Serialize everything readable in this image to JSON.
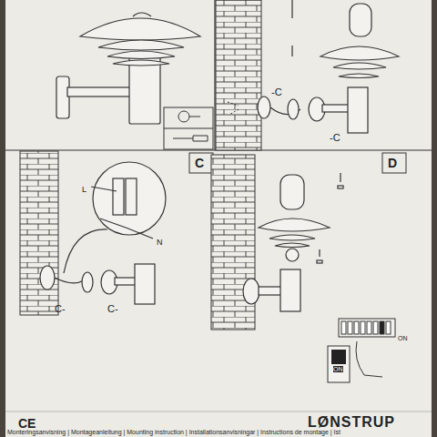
{
  "diagram": {
    "labels": [
      "C",
      "D",
      "-C",
      "-C",
      "C-",
      "C-",
      "L",
      "N",
      "ON",
      "ON",
      "CE",
      "LØNSTRUP",
      "Monteringsanvisning | Montageanleitung | Mounting instruction | Installationsanvisningar | Instructions de montage | Ist"
    ]
  }
}
